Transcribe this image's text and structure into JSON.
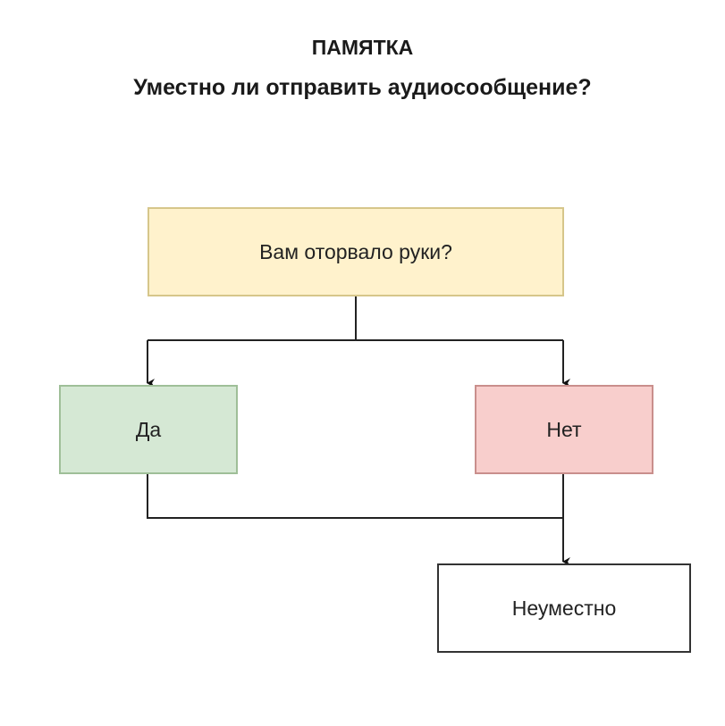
{
  "header": {
    "title": "ПАМЯТКА",
    "subtitle": "Уместно ли отправить аудиосообщение?"
  },
  "flowchart": {
    "question": "Вам оторвало руки?",
    "yes": "Да",
    "no": "Нет",
    "result": "Неуместно",
    "colors": {
      "question_fill": "#fff2cc",
      "yes_fill": "#d5e8d4",
      "no_fill": "#f8cecc",
      "result_fill": "#ffffff"
    }
  }
}
